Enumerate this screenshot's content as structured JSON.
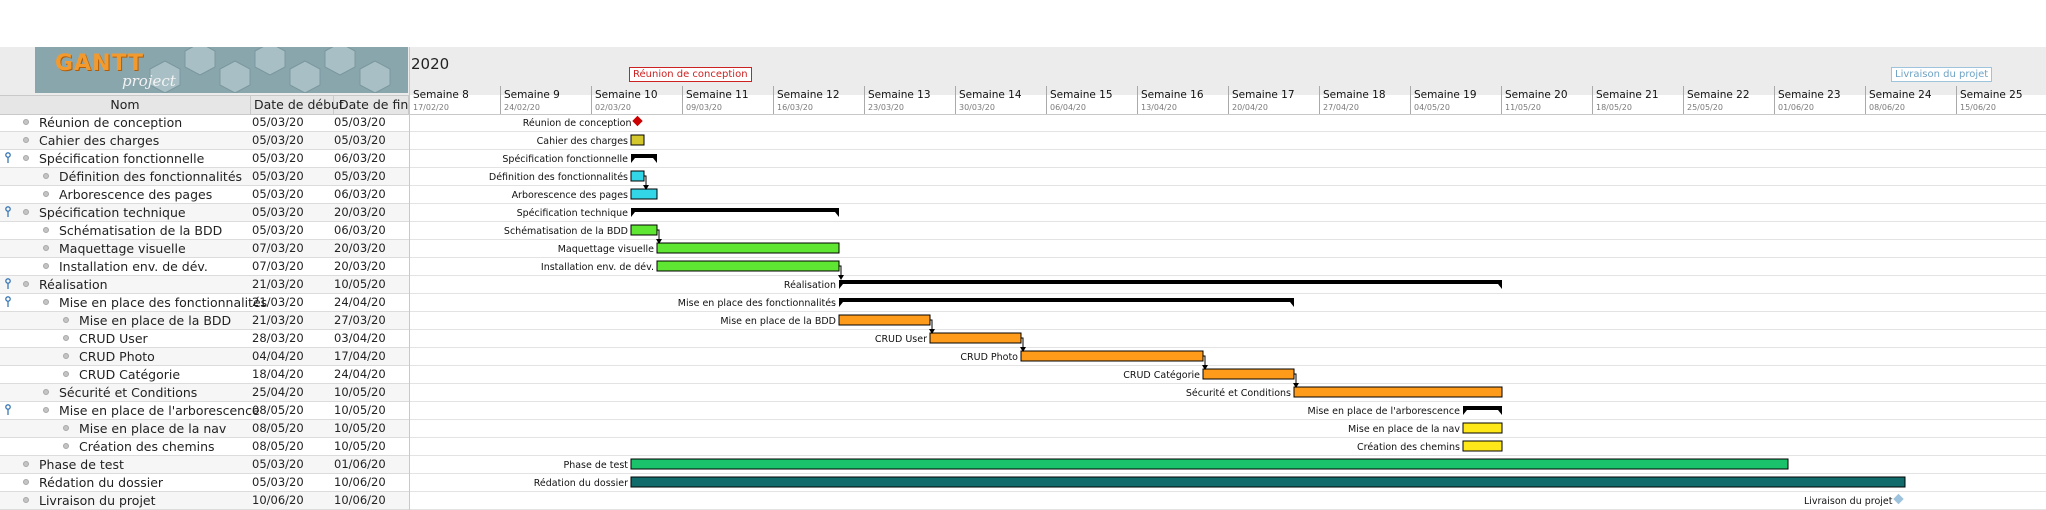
{
  "app": {
    "logo": {
      "word": "GANTT",
      "sub": "project"
    },
    "year": "2020",
    "milestone_flags": [
      "Réunion de conception",
      "Livraison du projet"
    ]
  },
  "columns": {
    "name": "Nom",
    "start": "Date de début",
    "end": "Date de fin"
  },
  "weeks": [
    {
      "label": "Semaine 8",
      "date": "17/02/20"
    },
    {
      "label": "Semaine 9",
      "date": "24/02/20"
    },
    {
      "label": "Semaine 10",
      "date": "02/03/20"
    },
    {
      "label": "Semaine 11",
      "date": "09/03/20"
    },
    {
      "label": "Semaine 12",
      "date": "16/03/20"
    },
    {
      "label": "Semaine 13",
      "date": "23/03/20"
    },
    {
      "label": "Semaine 14",
      "date": "30/03/20"
    },
    {
      "label": "Semaine 15",
      "date": "06/04/20"
    },
    {
      "label": "Semaine 16",
      "date": "13/04/20"
    },
    {
      "label": "Semaine 17",
      "date": "20/04/20"
    },
    {
      "label": "Semaine 18",
      "date": "27/04/20"
    },
    {
      "label": "Semaine 19",
      "date": "04/05/20"
    },
    {
      "label": "Semaine 20",
      "date": "11/05/20"
    },
    {
      "label": "Semaine 21",
      "date": "18/05/20"
    },
    {
      "label": "Semaine 22",
      "date": "25/05/20"
    },
    {
      "label": "Semaine 23",
      "date": "01/06/20"
    },
    {
      "label": "Semaine 24",
      "date": "08/06/20"
    },
    {
      "label": "Semaine 25",
      "date": "15/06/20"
    }
  ],
  "tasks": [
    {
      "name": "Réunion de conception",
      "start": "05/03/20",
      "end": "05/03/20",
      "level": 0,
      "kind": "milestone",
      "color": "#cc0000",
      "pinned": false
    },
    {
      "name": "Cahier des charges",
      "start": "05/03/20",
      "end": "05/03/20",
      "level": 0,
      "kind": "task",
      "color": "#d4c72d",
      "pinned": false
    },
    {
      "name": "Spécification fonctionnelle",
      "start": "05/03/20",
      "end": "06/03/20",
      "level": 0,
      "kind": "summary",
      "color": "#000000",
      "pinned": true
    },
    {
      "name": "Définition des fonctionnalités",
      "start": "05/03/20",
      "end": "05/03/20",
      "level": 1,
      "kind": "task",
      "color": "#33d6e6",
      "pinned": false
    },
    {
      "name": "Arborescence des pages",
      "start": "05/03/20",
      "end": "06/03/20",
      "level": 1,
      "kind": "task",
      "color": "#33d6e6",
      "pinned": false
    },
    {
      "name": "Spécification technique",
      "start": "05/03/20",
      "end": "20/03/20",
      "level": 0,
      "kind": "summary",
      "color": "#000000",
      "pinned": true
    },
    {
      "name": "Schématisation de la BDD",
      "start": "05/03/20",
      "end": "06/03/20",
      "level": 1,
      "kind": "task",
      "color": "#5ee632",
      "pinned": false
    },
    {
      "name": "Maquettage visuelle",
      "start": "07/03/20",
      "end": "20/03/20",
      "level": 1,
      "kind": "task",
      "color": "#5ee632",
      "pinned": false
    },
    {
      "name": "Installation env. de dév.",
      "start": "07/03/20",
      "end": "20/03/20",
      "level": 1,
      "kind": "task",
      "color": "#5ee632",
      "pinned": false
    },
    {
      "name": "Réalisation",
      "start": "21/03/20",
      "end": "10/05/20",
      "level": 0,
      "kind": "summary",
      "color": "#000000",
      "pinned": true
    },
    {
      "name": "Mise en place des fonctionnalités",
      "start": "21/03/20",
      "end": "24/04/20",
      "level": 1,
      "kind": "summary",
      "color": "#000000",
      "pinned": true
    },
    {
      "name": "Mise en place de la BDD",
      "start": "21/03/20",
      "end": "27/03/20",
      "level": 2,
      "kind": "task",
      "color": "#ff9b1a",
      "pinned": false
    },
    {
      "name": "CRUD User",
      "start": "28/03/20",
      "end": "03/04/20",
      "level": 2,
      "kind": "task",
      "color": "#ff9b1a",
      "pinned": false
    },
    {
      "name": "CRUD Photo",
      "start": "04/04/20",
      "end": "17/04/20",
      "level": 2,
      "kind": "task",
      "color": "#ff9b1a",
      "pinned": false
    },
    {
      "name": "CRUD Catégorie",
      "start": "18/04/20",
      "end": "24/04/20",
      "level": 2,
      "kind": "task",
      "color": "#ff9b1a",
      "pinned": false
    },
    {
      "name": "Sécurité et Conditions",
      "start": "25/04/20",
      "end": "10/05/20",
      "level": 1,
      "kind": "task",
      "color": "#ff9b1a",
      "pinned": false
    },
    {
      "name": "Mise en place de l'arborescence",
      "start": "08/05/20",
      "end": "10/05/20",
      "level": 1,
      "kind": "summary",
      "color": "#000000",
      "pinned": true
    },
    {
      "name": "Mise en place de la nav",
      "start": "08/05/20",
      "end": "10/05/20",
      "level": 2,
      "kind": "task",
      "color": "#ffe81a",
      "pinned": false
    },
    {
      "name": "Création des chemins",
      "start": "08/05/20",
      "end": "10/05/20",
      "level": 2,
      "kind": "task",
      "color": "#ffe81a",
      "pinned": false
    },
    {
      "name": "Phase de test",
      "start": "05/03/20",
      "end": "01/06/20",
      "level": 0,
      "kind": "task",
      "color": "#19c26b",
      "pinned": false
    },
    {
      "name": "Rédation du dossier",
      "start": "05/03/20",
      "end": "10/06/20",
      "level": 0,
      "kind": "task",
      "color": "#126b6b",
      "pinned": false
    },
    {
      "name": "Livraison du projet",
      "start": "10/06/20",
      "end": "10/06/20",
      "level": 0,
      "kind": "milestone",
      "color": "#9ec3dd",
      "pinned": false
    }
  ]
}
